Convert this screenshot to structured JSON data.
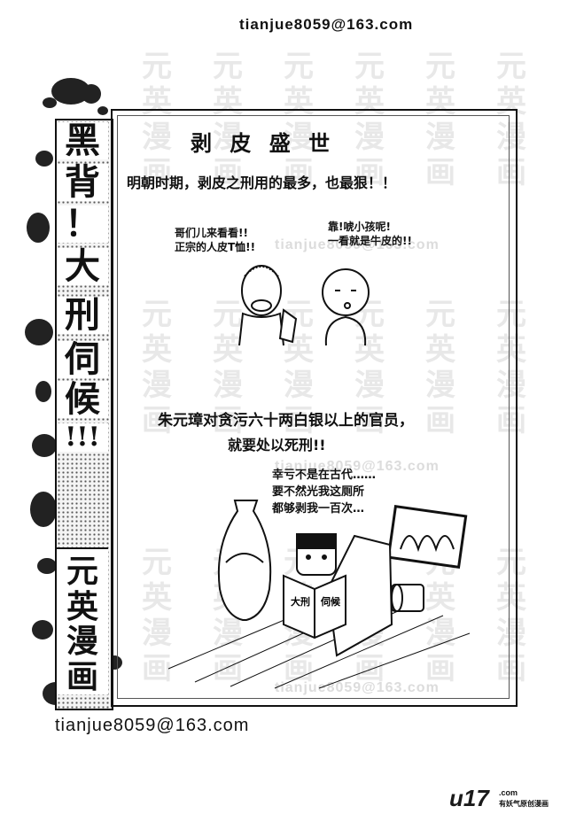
{
  "email": "tianjue8059@163.com",
  "watermark": [
    "元",
    "英",
    "漫",
    "画"
  ],
  "side_title": [
    "黑",
    "背",
    "！",
    "大",
    "刑",
    "伺",
    "候",
    "!!!"
  ],
  "side_sub": [
    "元",
    "英",
    "漫",
    "画"
  ],
  "heading": "剥 皮 盛 世",
  "line1": "明朝时期，剥皮之刑用的最多，也最狠！！",
  "bubble_left": [
    "哥们儿来看看!!",
    "正宗的人皮T恤!!"
  ],
  "bubble_right": [
    "靠!唬小孩呢!",
    "一看就是牛皮的!!"
  ],
  "line2": "朱元璋对贪污六十两白银以上的官员，",
  "line3": "就要处以死刑!!",
  "bubble3": [
    "幸亏不是在古代……",
    "要不然光我这厕所",
    "都够剥我一百次…"
  ],
  "book_text": [
    "大刑",
    "伺候"
  ],
  "logo": {
    "main": "u17",
    "dot": ".com",
    "tag": "有妖气原创漫画"
  }
}
